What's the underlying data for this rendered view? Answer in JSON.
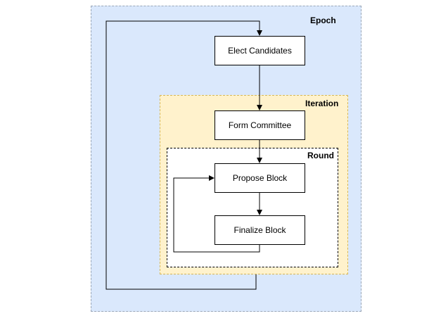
{
  "containers": {
    "epoch": "Epoch",
    "iteration": "Iteration",
    "round": "Round"
  },
  "steps": {
    "elect_candidates": "Elect Candidates",
    "form_committee": "Form Committee",
    "propose_block": "Propose Block",
    "finalize_block": "Finalize Block"
  },
  "colors": {
    "epoch_fill": "#dae8fc",
    "iteration_fill": "#fff2cc",
    "round_fill": "#ffffff"
  }
}
